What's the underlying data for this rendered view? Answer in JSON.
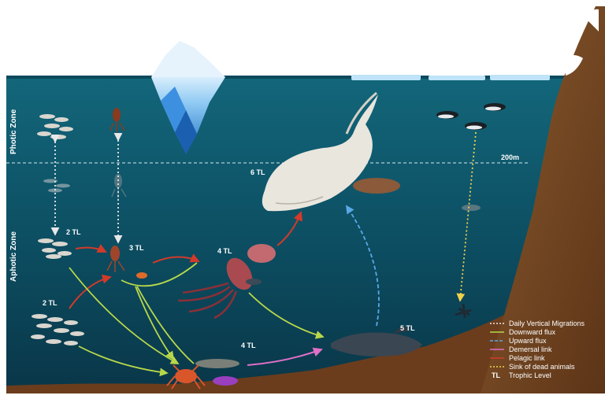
{
  "zones": {
    "photic": "Photic Zone",
    "aphotic": "Aphotic Zone",
    "depth_marker": "200m"
  },
  "trophic_labels": {
    "krill_upper": "2 TL",
    "krill_lower": "2 TL",
    "squid_small": "3 TL",
    "squid_large": "4 TL",
    "whale": "6 TL",
    "toothfish": "5 TL",
    "benthic_fish": "4 TL"
  },
  "legend": [
    {
      "label": "Daily Vertical Migrations",
      "color": "#e8e8e8",
      "style": "dotted"
    },
    {
      "label": "Downward flux",
      "color": "#b8d84a",
      "style": "solid"
    },
    {
      "label": "Upward flux",
      "color": "#5aa9e6",
      "style": "dashed"
    },
    {
      "label": "Demersal link",
      "color": "#e070c8",
      "style": "solid"
    },
    {
      "label": "Pelagic link",
      "color": "#d23a2a",
      "style": "solid"
    },
    {
      "label": "Sink of dead animals",
      "color": "#f0d24a",
      "style": "dotted"
    }
  ],
  "legend_key": {
    "abbr": "TL",
    "label": "Trophic Level"
  },
  "colors": {
    "ocean_top": "#0f5f73",
    "ocean_bottom": "#0a3a4c",
    "seafloor": "#6b3d1d",
    "mountain": "#7a4a24",
    "ice": "#5aaee8"
  }
}
